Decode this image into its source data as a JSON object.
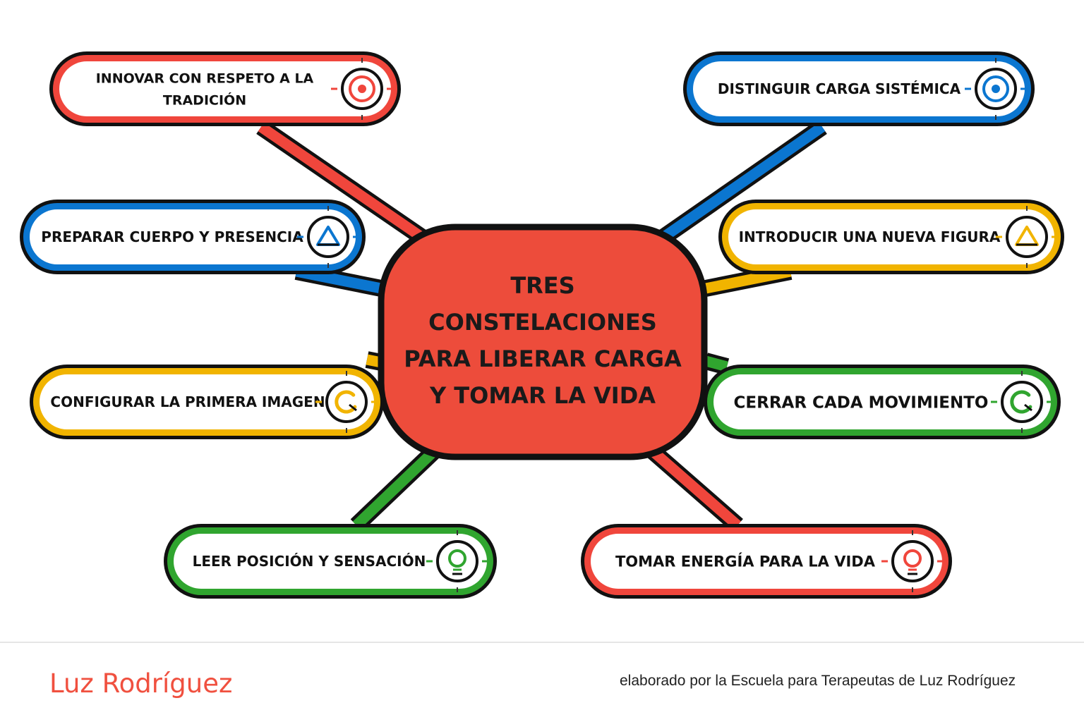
{
  "center": {
    "lines": [
      "TRES",
      "CONSTELACIONES",
      "PARA LIBERAR CARGA",
      "Y TOMAR LA VIDA"
    ],
    "color": "#ed4c3b"
  },
  "colors": {
    "red": "#f0463c",
    "blue": "#0b76d0",
    "yellow": "#f1b400",
    "green": "#30a52f",
    "outline": "#111111"
  },
  "nodes": [
    {
      "id": "innovar",
      "lines": [
        "INNOVAR CON RESPETO A LA",
        "TRADICIÓN"
      ],
      "color": "red",
      "icon": "target-icon"
    },
    {
      "id": "distinguir",
      "lines": [
        "DISTINGUIR CARGA SISTÉMICA"
      ],
      "color": "blue",
      "icon": "target-icon"
    },
    {
      "id": "preparar",
      "lines": [
        "PREPARAR CUERPO Y PRESENCIA"
      ],
      "color": "blue",
      "icon": "triangle-icon"
    },
    {
      "id": "introducir",
      "lines": [
        "INTRODUCIR UNA NUEVA FIGURA"
      ],
      "color": "yellow",
      "icon": "triangle-icon"
    },
    {
      "id": "configurar",
      "lines": [
        "CONFIGURAR LA PRIMERA IMAGEN"
      ],
      "color": "yellow",
      "icon": "open-circle-icon"
    },
    {
      "id": "cerrar",
      "lines": [
        "CERRAR CADA MOVIMIENTO"
      ],
      "color": "green",
      "icon": "open-circle-icon"
    },
    {
      "id": "leer",
      "lines": [
        "LEER POSICIÓN Y SENSACIÓN"
      ],
      "color": "green",
      "icon": "lightbulb-icon"
    },
    {
      "id": "tomar",
      "lines": [
        "TOMAR ENERGÍA PARA LA VIDA"
      ],
      "color": "red",
      "icon": "lightbulb-icon"
    }
  ],
  "footer": {
    "author": "Luz Rodríguez",
    "credit": "elaborado por la Escuela para Terapeutas de Luz Rodríguez"
  }
}
